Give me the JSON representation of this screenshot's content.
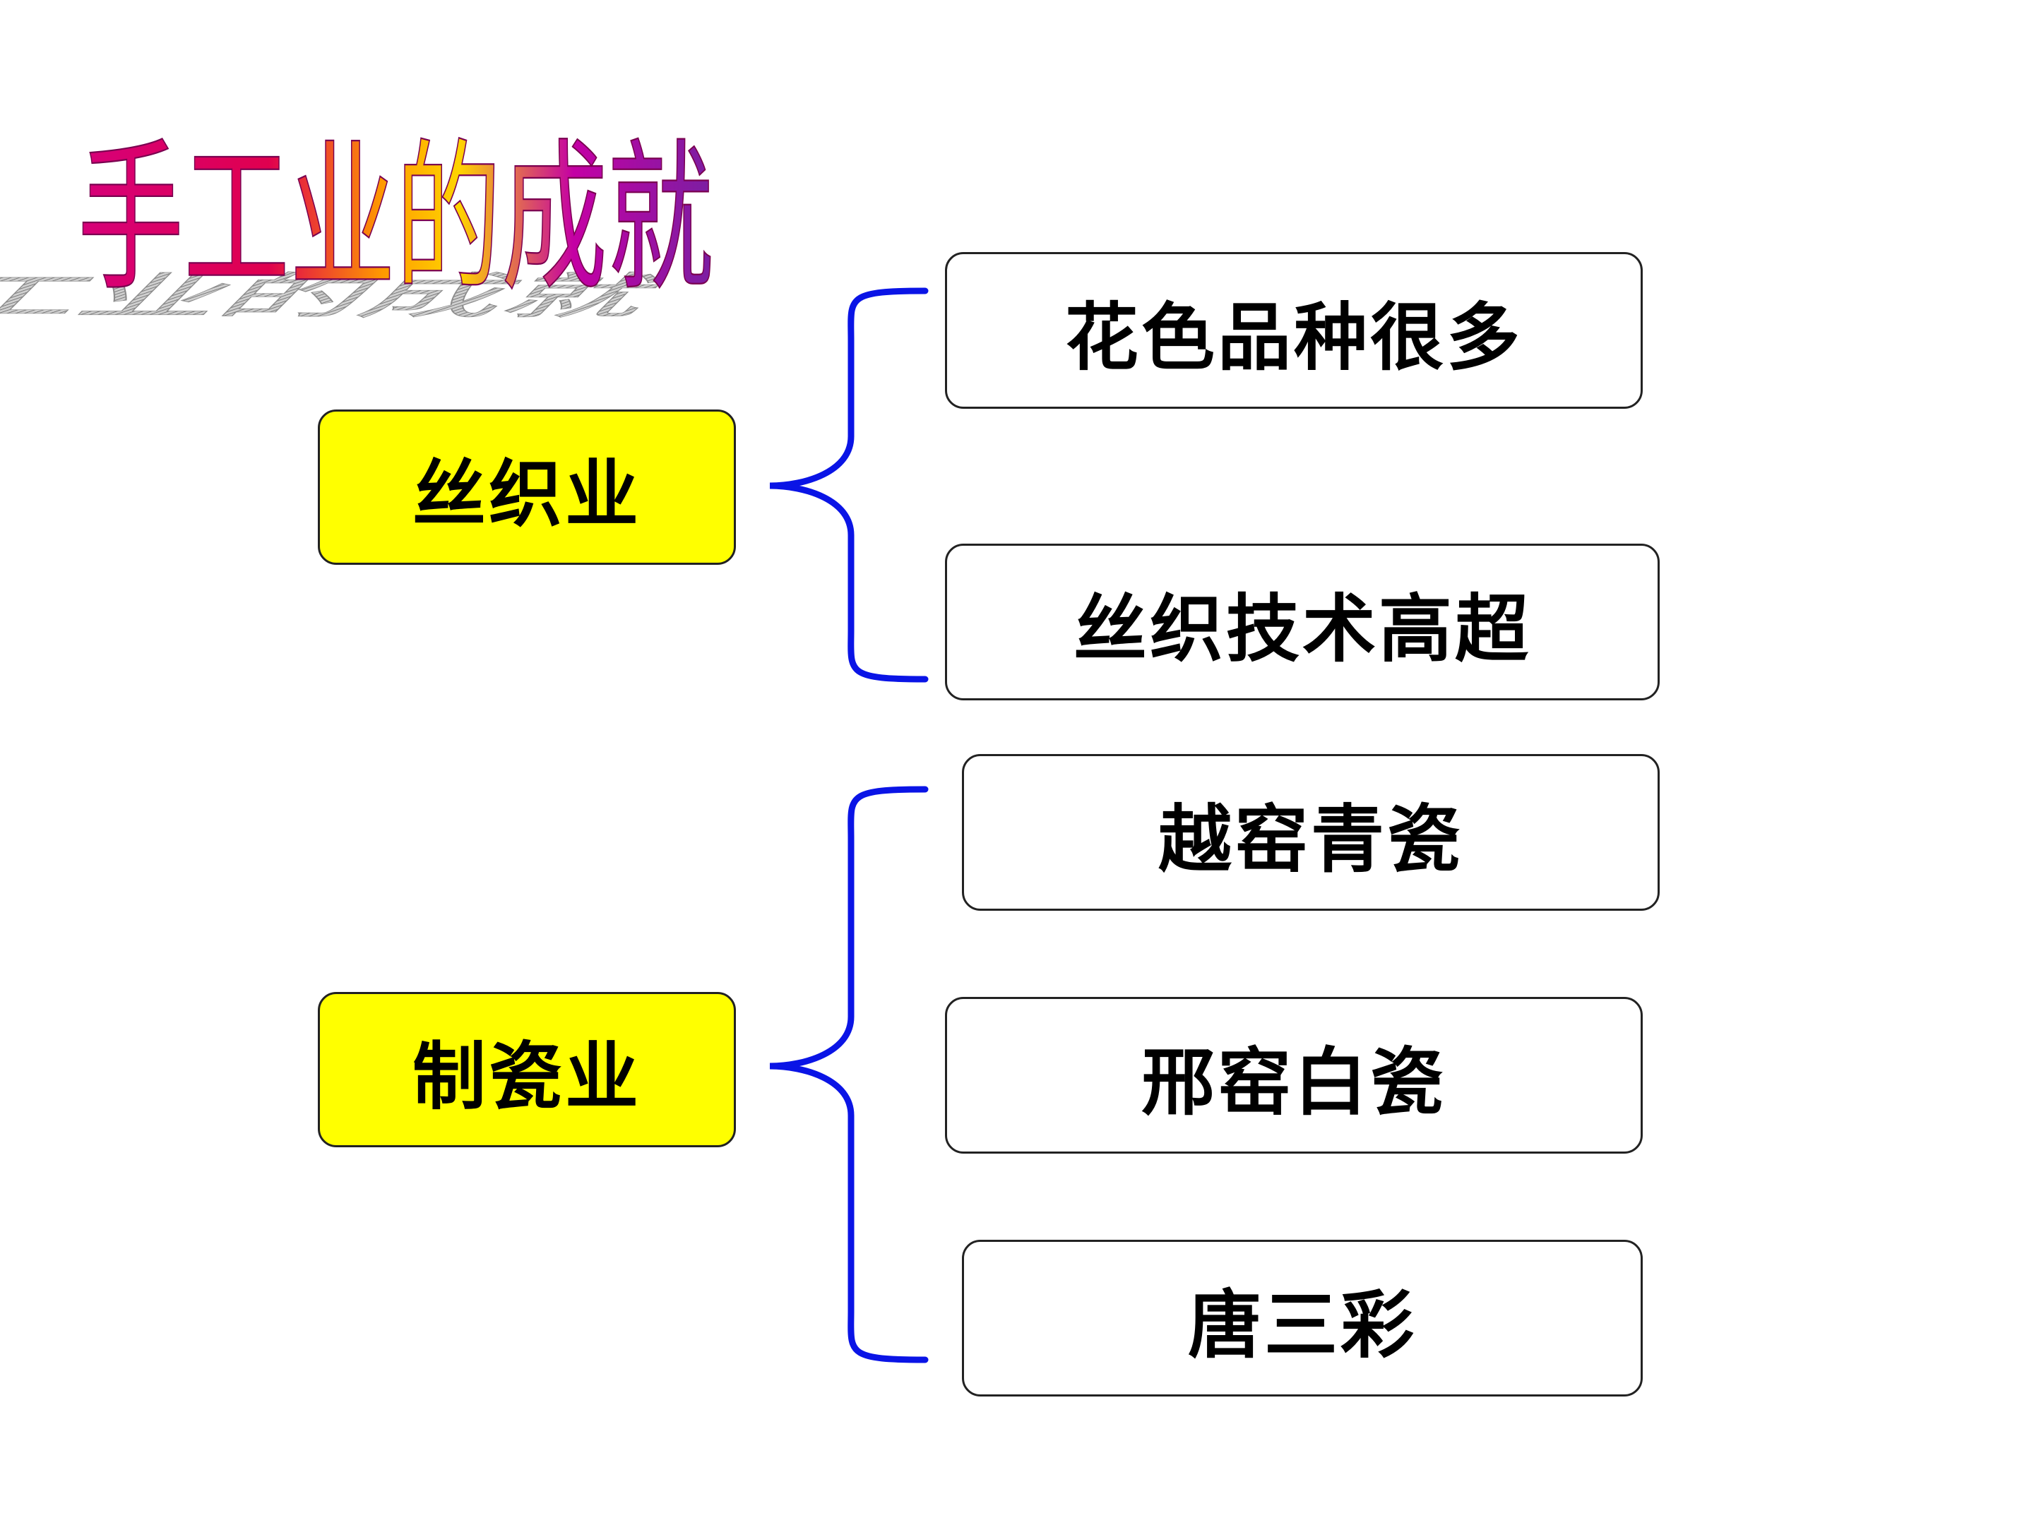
{
  "title": "手工业的成就",
  "colors": {
    "category_fill": "#ffff00",
    "bracket": "#0a14e6",
    "box_border": "#222222",
    "title_gradient": [
      "#d6007a",
      "#ff8a00",
      "#ffd400",
      "#c400a4",
      "#7a1fa2"
    ],
    "title_shadow": "#8c8c8c"
  },
  "categories": [
    {
      "label": "丝织业",
      "items": [
        "花色品种很多",
        "丝织技术高超"
      ]
    },
    {
      "label": "制瓷业",
      "items": [
        "越窑青瓷",
        "邢窑白瓷",
        "唐三彩"
      ]
    }
  ]
}
